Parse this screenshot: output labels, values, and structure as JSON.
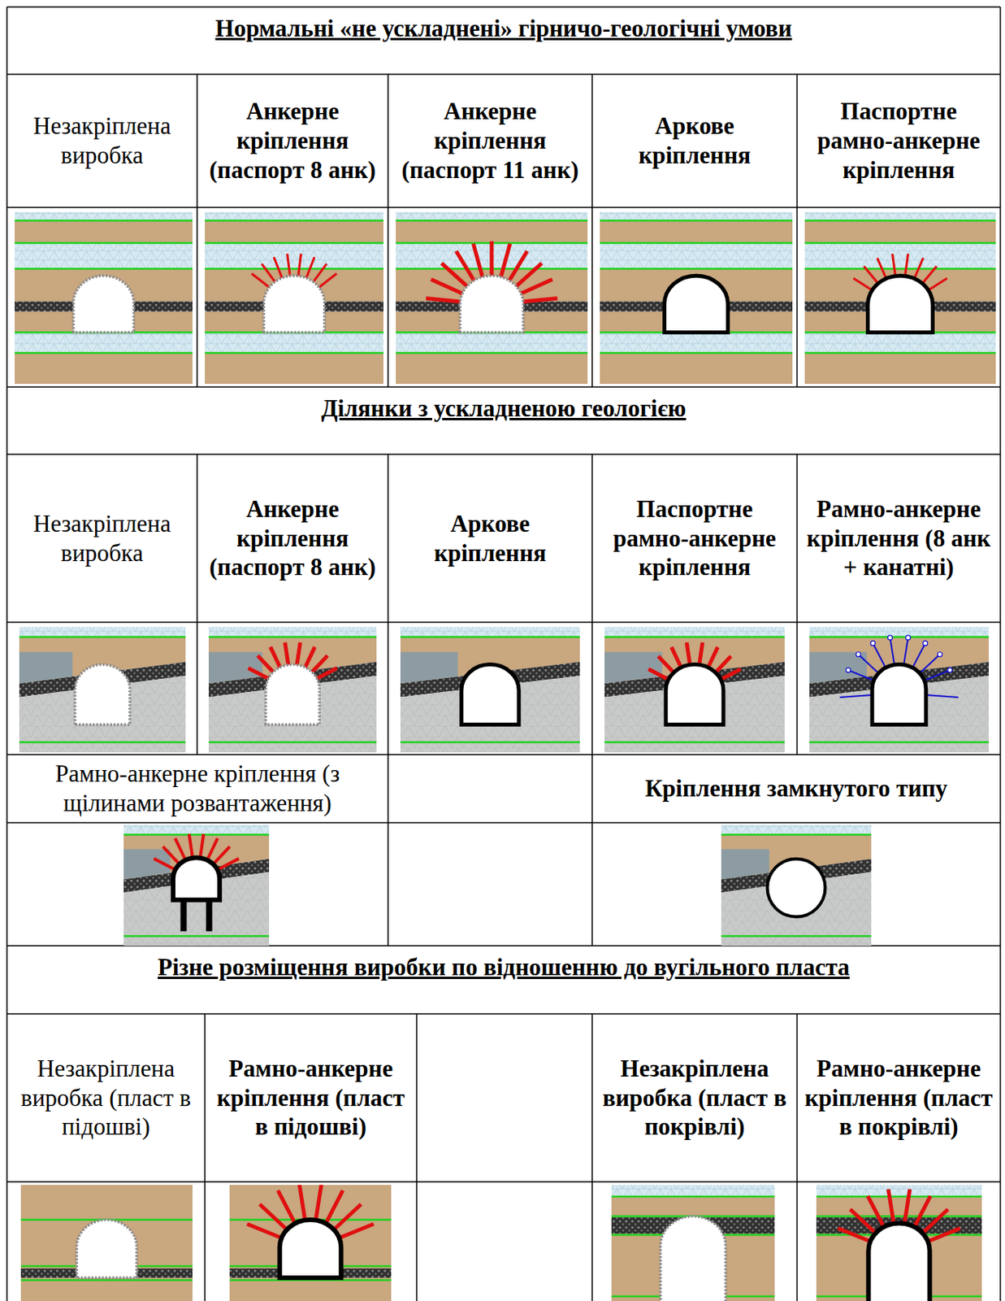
{
  "diagram": {
    "labels": [
      "Нормальні «не ускладнені» гірничо-геологічні умови",
      "Незакріплена виробка",
      "Анкерне кріплення (паспорт 8 анк)",
      "Анкерне кріплення (паспорт 11 анк)",
      "Аркове кріплення",
      "Паспортне рамно-анкерне кріплення",
      "Ділянки з ускладненою геологією",
      "Незакріплена виробка",
      "Анкерне кріплення (паспорт 8 анк)",
      "Аркове кріплення",
      "Паспортне рамно-анкерне кріплення",
      "Рамно-анкерне кріплення (8 анк + канатні)",
      "Рамно-анкерне кріплення (з щілинами розвантаження)",
      "Кріплення замкнутого типу",
      "Різне розміщення виробки по відношенню до вугільного пласта",
      "Незакріплена виробка (пласт в підошві)",
      "Рамно-анкерне кріплення (пласт в підошві)",
      "Незакріплена виробка (пласт в покрівлі)",
      "Рамно-анкерне кріплення (пласт в покрівлі)"
    ]
  }
}
